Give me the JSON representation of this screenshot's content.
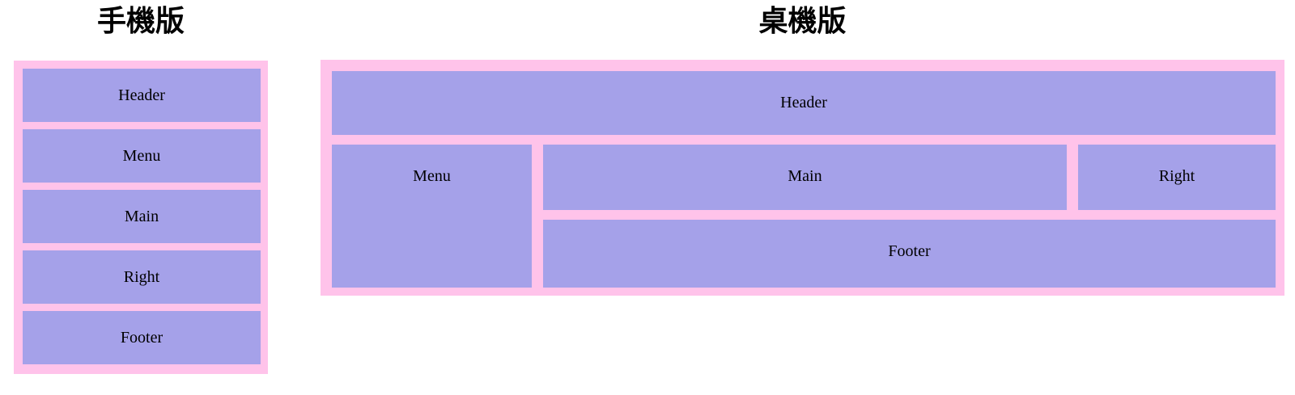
{
  "colors": {
    "frame_pink": "#ffc3ea",
    "box_purple": "#a5a1e9",
    "label_text": "#000000",
    "title_text": "#000000",
    "page_background": "#ffffff"
  },
  "mobile_section": {
    "title": "手機版",
    "boxes": [
      "Header",
      "Menu",
      "Main",
      "Right",
      "Footer"
    ]
  },
  "desktop_section": {
    "title": "桌機版",
    "boxes": {
      "header": "Header",
      "menu": "Menu",
      "main": "Main",
      "right": "Right",
      "footer": "Footer"
    }
  }
}
